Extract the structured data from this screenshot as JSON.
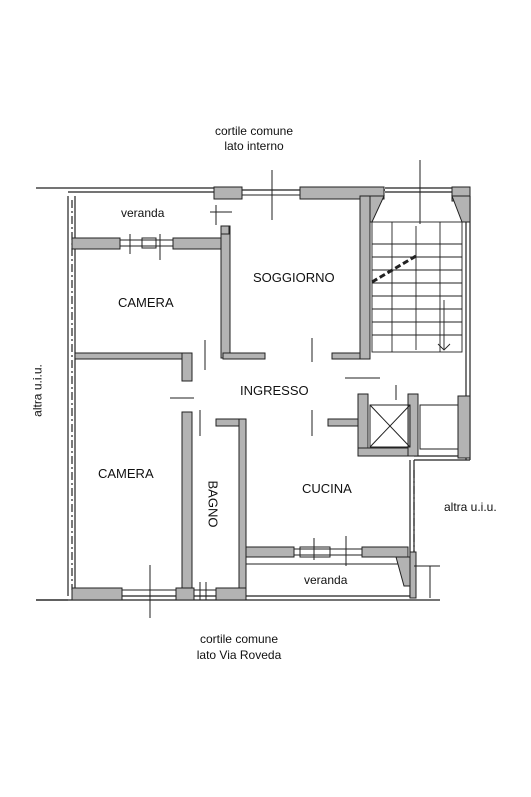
{
  "labels": {
    "top_line1": "cortile comune",
    "top_line2": "lato interno",
    "bottom_line1": "cortile comune",
    "bottom_line2": "lato Via Roveda",
    "left_side": "altra u.i.u.",
    "right_side": "altra u.i.u."
  },
  "rooms": {
    "veranda_top": "veranda",
    "camera_top": "CAMERA",
    "soggiorno": "SOGGIORNO",
    "ingresso": "INGRESSO",
    "camera_bottom": "CAMERA",
    "bagno": "BAGNO",
    "cucina": "CUCINA",
    "veranda_bottom": "veranda"
  },
  "colors": {
    "wall_fill": "#b3b3b3",
    "line": "#222222",
    "background": "#ffffff"
  }
}
